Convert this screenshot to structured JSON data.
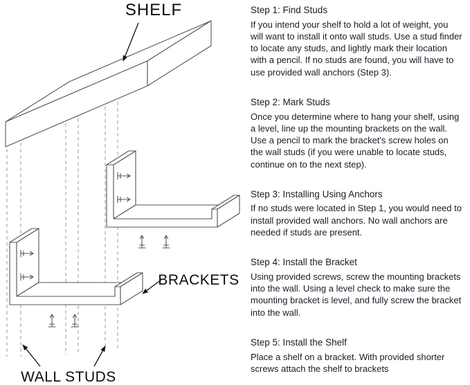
{
  "diagram": {
    "labels": {
      "shelf": "SHELF",
      "brackets": "BRACKETS",
      "wall_studs": "WALL STUDS"
    }
  },
  "steps": [
    {
      "title": "Step 1: Find Studs",
      "body": "If you intend your shelf to hold a lot of weight, you will want to install it onto wall studs. Use a stud finder to locate any studs, and lightly mark their location with a pencil. If no studs are found, you will have to use provided wall anchors (Step 3)."
    },
    {
      "title": "Step 2: Mark Studs",
      "body": "Once you determine where to hang your shelf, using a level, line up the mounting brackets on the wall. Use a pencil to mark the bracket's screw holes on the wall studs (if you were unable to locate studs, continue on to the next step)."
    },
    {
      "title": "Step 3: Installing Using Anchors",
      "body": "If no studs were located in Step 1, you would need to install provided wall anchors. No wall anchors are needed if studs are present."
    },
    {
      "title": "Step 4: Install the Bracket",
      "body": "Using provided screws, screw the mounting brackets into the wall. Using a level check to make sure the mounting bracket is level, and fully screw the bracket into the wall."
    },
    {
      "title": "Step 5: Install the Shelf",
      "body": "Place a shelf on a bracket. With provided shorter screws attach the shelf to brackets"
    }
  ]
}
